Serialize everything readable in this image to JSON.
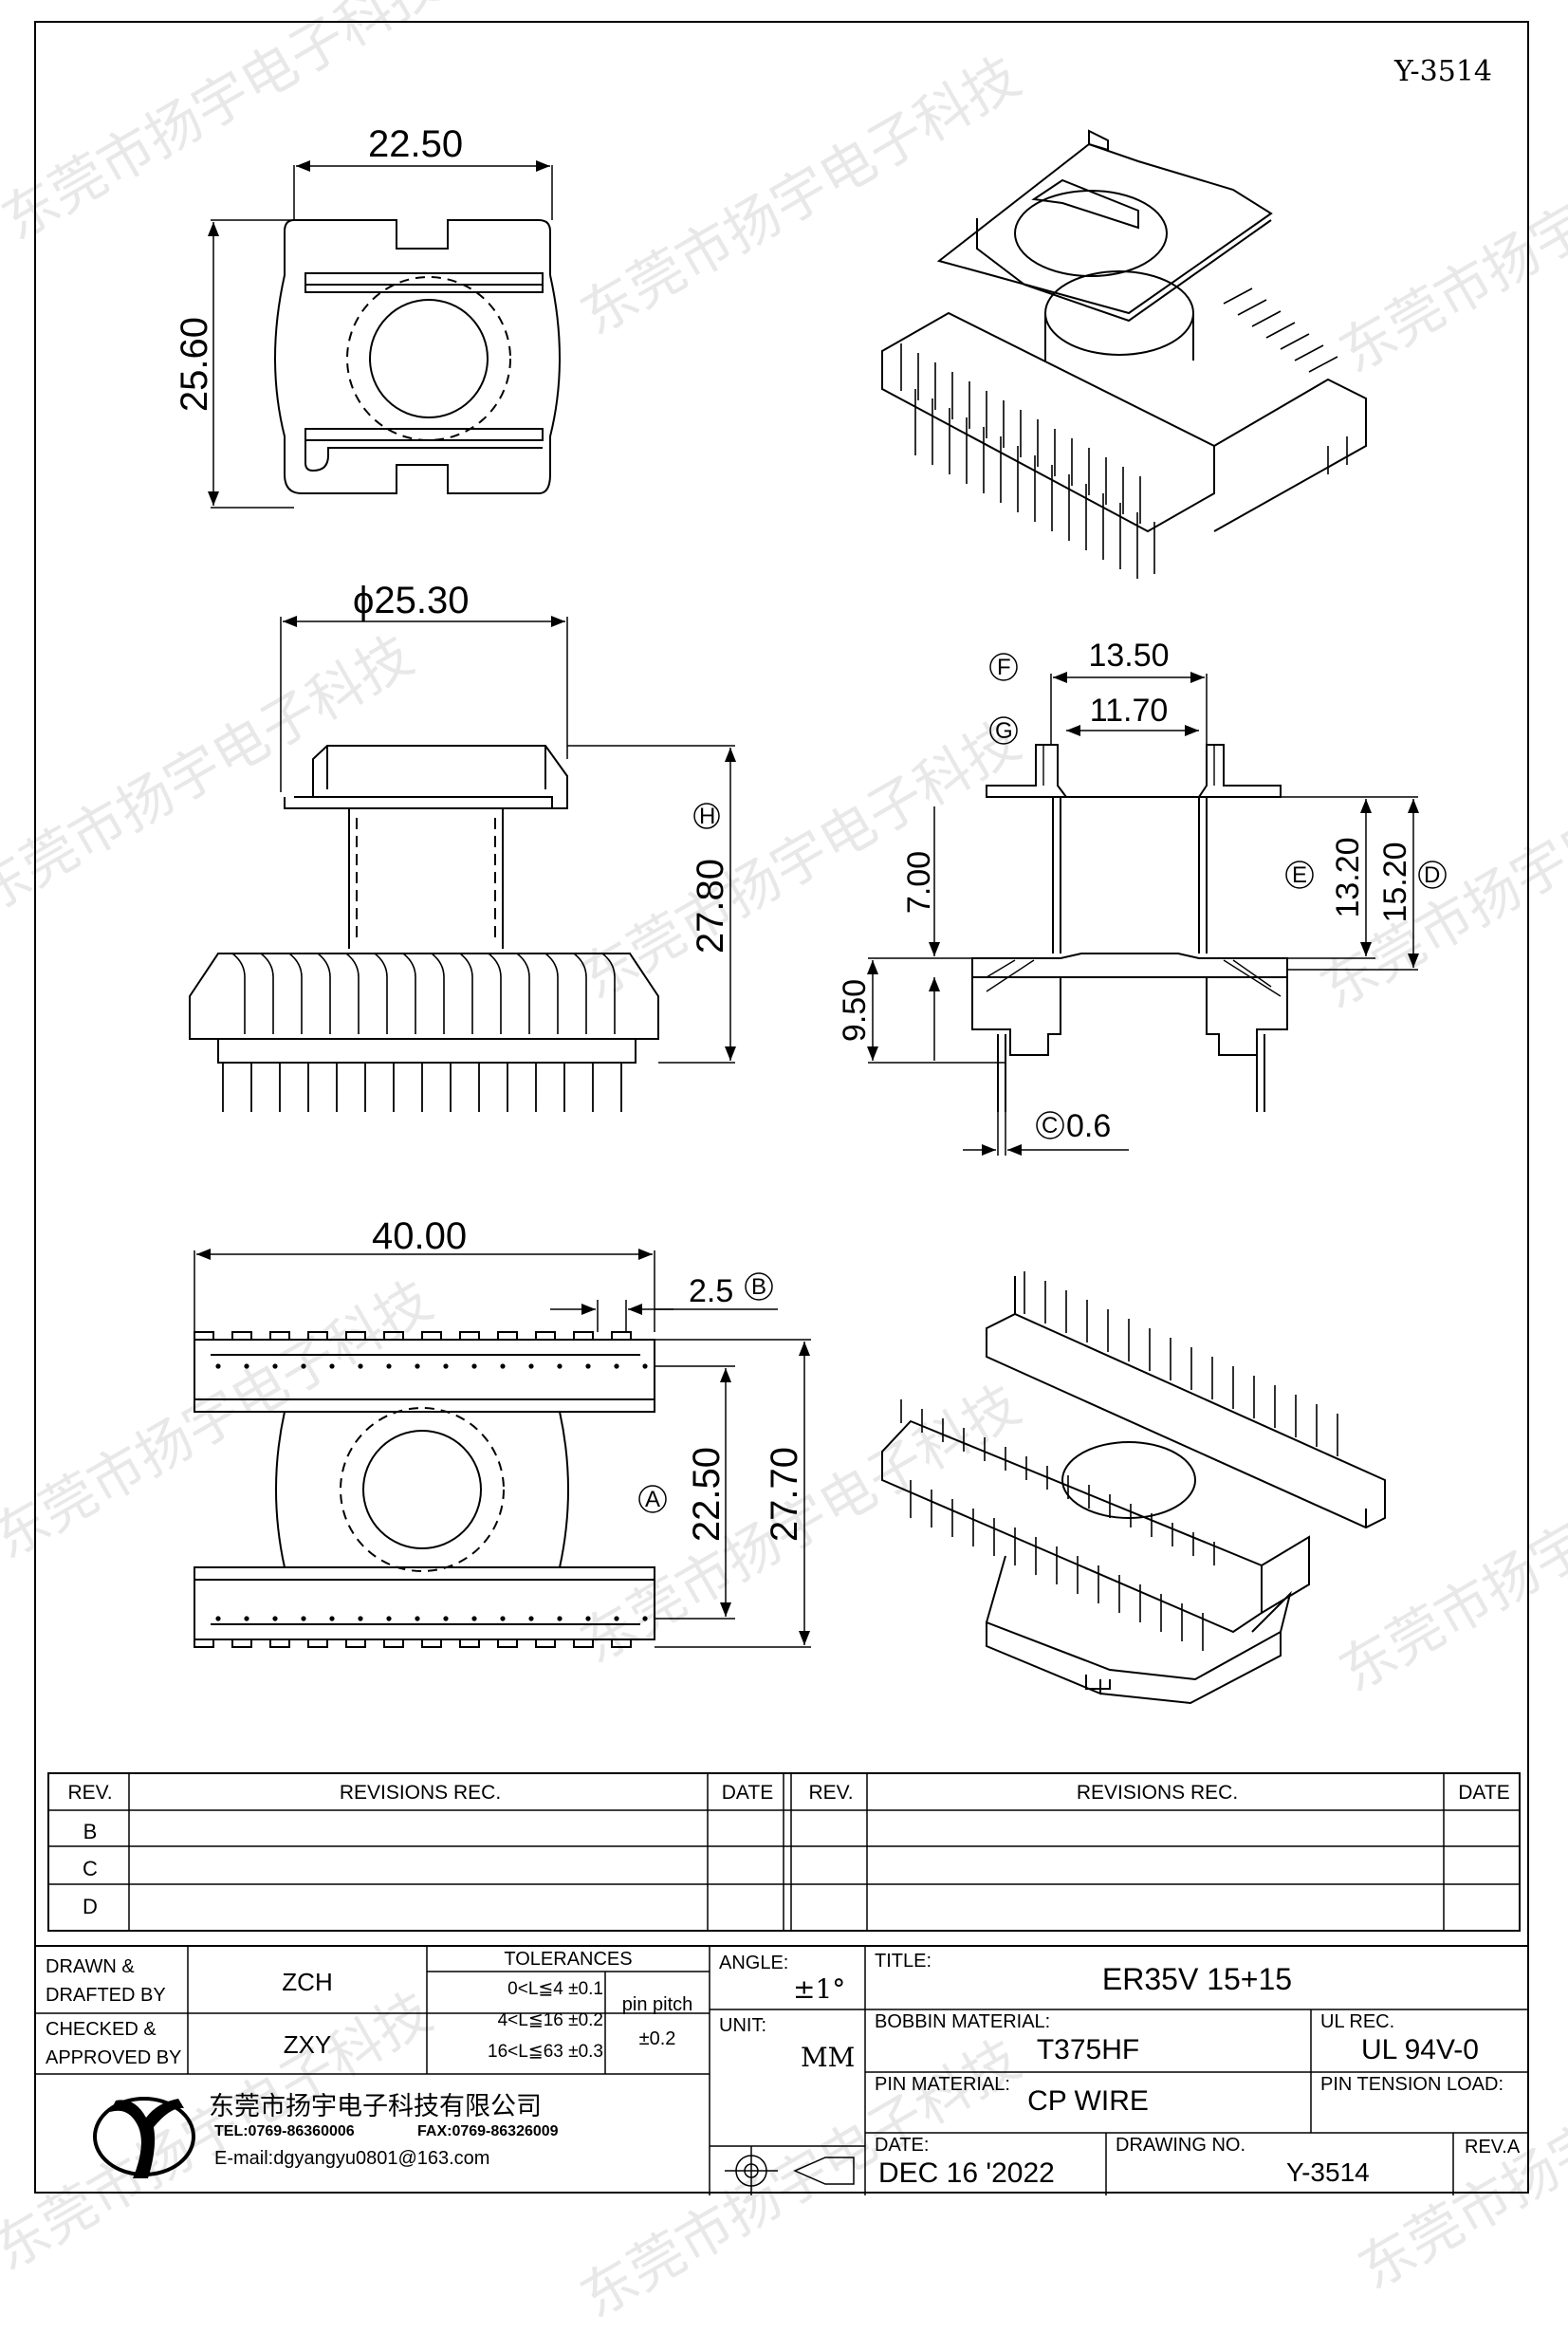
{
  "drawing_code_top": "Y-3514",
  "watermark": "东莞市扬宇电子科技",
  "dimensions": {
    "top_view_width": "22.50",
    "top_view_height": "25.60",
    "side_flange_dia": "ϕ25.30",
    "side_height": "27.80",
    "side_height_tag": "H",
    "section_outer": "13.50",
    "section_outer_tag": "F",
    "section_inner": "11.70",
    "section_inner_tag": "G",
    "section_winding": "7.00",
    "section_base": "9.50",
    "section_e": "13.20",
    "section_e_tag": "E",
    "section_d": "15.20",
    "section_d_tag": "D",
    "pin_dia": "0.6",
    "pin_dia_tag": "C",
    "bottom_width": "40.00",
    "pin_pitch": "2.5",
    "pin_pitch_tag": "B",
    "bottom_rows": "22.50",
    "bottom_rows_tag": "A",
    "bottom_overall": "27.70"
  },
  "revisions": {
    "col_rev": "REV.",
    "col_rec": "REVISIONS    REC.",
    "col_date": "DATE",
    "rows": [
      "B",
      "C",
      "D"
    ]
  },
  "title_block": {
    "drawn_label": "DRAWN &\nDRAFTED BY",
    "drawn_value": "ZCH",
    "checked_label": "CHECKED &\nAPPROVED BY",
    "checked_value": "ZXY",
    "tolerances_label": "TOLERANCES",
    "tol_row1": "0<L≦4    ±0.1",
    "tol_row2": "4<L≦16  ±0.2",
    "tol_row3": "16<L≦63  ±0.3",
    "pin_pitch_label": "pin pitch",
    "pin_pitch_tol": "±0.2",
    "angle_label": "ANGLE:",
    "angle_value": "±1°",
    "unit_label": "UNIT:",
    "unit_value": "MM",
    "title_label": "TITLE:",
    "title_value": "ER35V  15+15",
    "bobbin_label": "BOBBIN MATERIAL:",
    "bobbin_value": "T375HF",
    "ul_label": "UL REC.",
    "ul_value": "UL 94V-0",
    "pin_material_label": "PIN MATERIAL:",
    "pin_material_value": "CP WIRE",
    "pin_tension_label": "PIN TENSION LOAD:",
    "date_label": "DATE:",
    "date_value": "DEC 16 '2022",
    "drawing_no_label": "DRAWING NO.",
    "drawing_no_value": "Y-3514",
    "rev_label": "REV.A",
    "company_name": "东莞市扬宇电子科技有限公司",
    "company_tel": "TEL:0769-86360006",
    "company_fax": "FAX:0769-86326009",
    "company_email": "E-mail:dgyangyu0801@163.com"
  }
}
